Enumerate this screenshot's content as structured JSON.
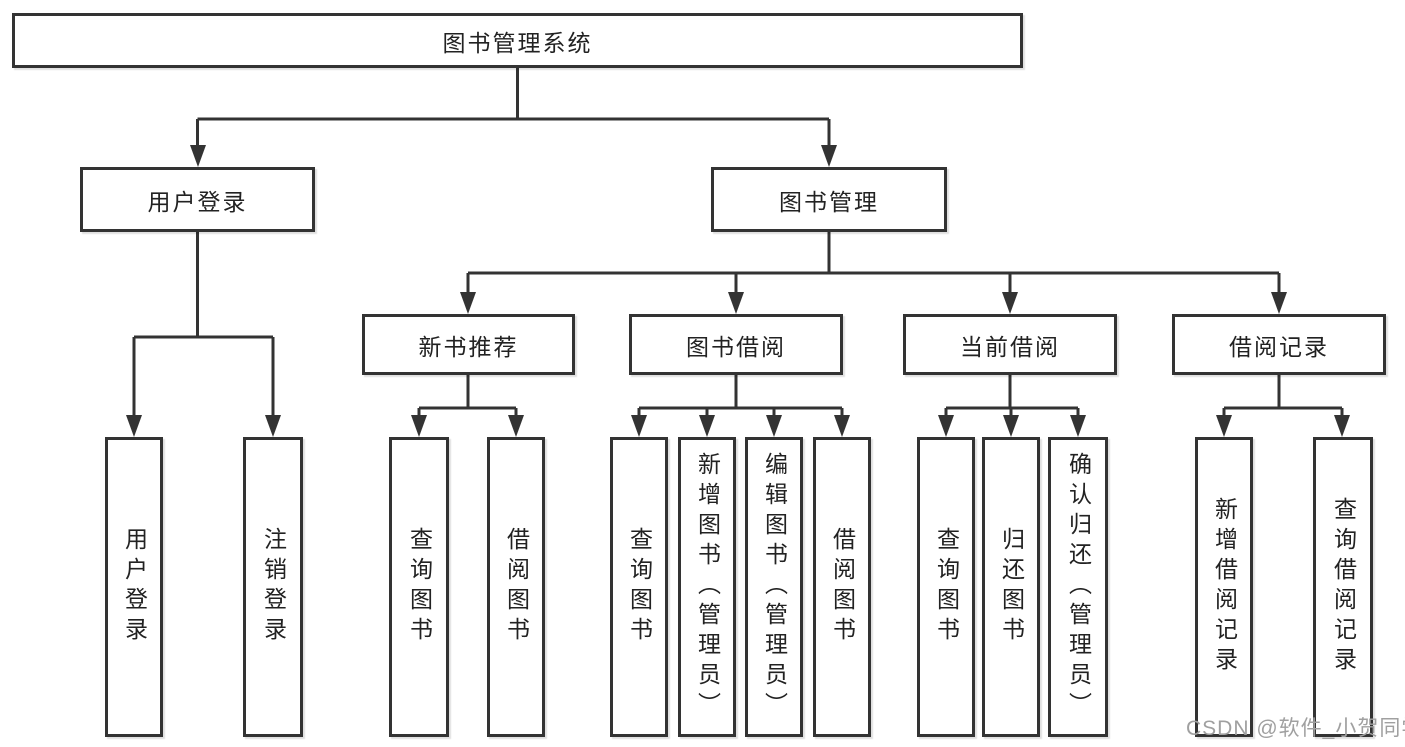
{
  "nodes": {
    "root": {
      "label": "图书管理系统"
    },
    "level2": [
      {
        "label": "用户登录"
      },
      {
        "label": "图书管理"
      }
    ],
    "level3": [
      {
        "label": "新书推荐"
      },
      {
        "label": "图书借阅"
      },
      {
        "label": "当前借阅"
      },
      {
        "label": "借阅记录"
      }
    ],
    "leaves": [
      {
        "label": "用户登录"
      },
      {
        "label": "注销登录"
      },
      {
        "label": "查询图书"
      },
      {
        "label": "借阅图书"
      },
      {
        "label": "查询图书"
      },
      {
        "label": "新增图书（管理员）"
      },
      {
        "label": "编辑图书（管理员）"
      },
      {
        "label": "借阅图书"
      },
      {
        "label": "查询图书"
      },
      {
        "label": "归还图书"
      },
      {
        "label": "确认归还（管理员）"
      },
      {
        "label": "新增借阅记录"
      },
      {
        "label": "查询借阅记录"
      }
    ]
  },
  "watermark": {
    "text": "CSDN @软件_小贺同学"
  },
  "colors": {
    "line": "#333333",
    "box_border": "#333333",
    "text": "#222222",
    "watermark": "#a0a0a0",
    "background": "#ffffff"
  }
}
